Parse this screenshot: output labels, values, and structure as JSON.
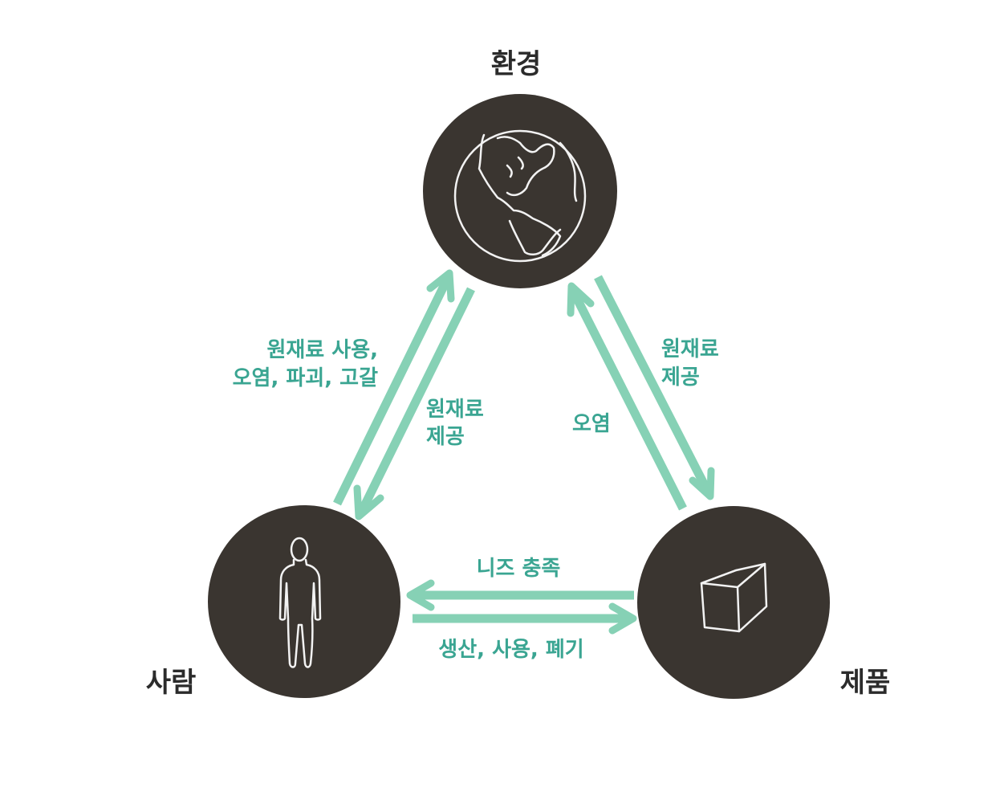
{
  "nodes": {
    "environment": {
      "label": "환경",
      "icon": "globe-icon"
    },
    "people": {
      "label": "사람",
      "icon": "person-icon"
    },
    "products": {
      "label": "제품",
      "icon": "cube-icon"
    }
  },
  "edges": {
    "people_to_environment": {
      "lines": [
        "원재료 사용,",
        "오염, 파괴, 고갈"
      ]
    },
    "environment_to_people": {
      "lines": [
        "원재료",
        "제공"
      ]
    },
    "products_to_environment": {
      "lines": [
        "오염"
      ]
    },
    "environment_to_products": {
      "lines": [
        "원재료",
        "제공"
      ]
    },
    "products_to_people": {
      "lines": [
        "니즈 충족"
      ]
    },
    "people_to_products": {
      "lines": [
        "생산, 사용, 폐기"
      ]
    }
  },
  "colors": {
    "circle": "#3a3530",
    "arrow": "#86d1b5",
    "edge_text": "#3aa592",
    "node_text": "#2b2b2b"
  }
}
